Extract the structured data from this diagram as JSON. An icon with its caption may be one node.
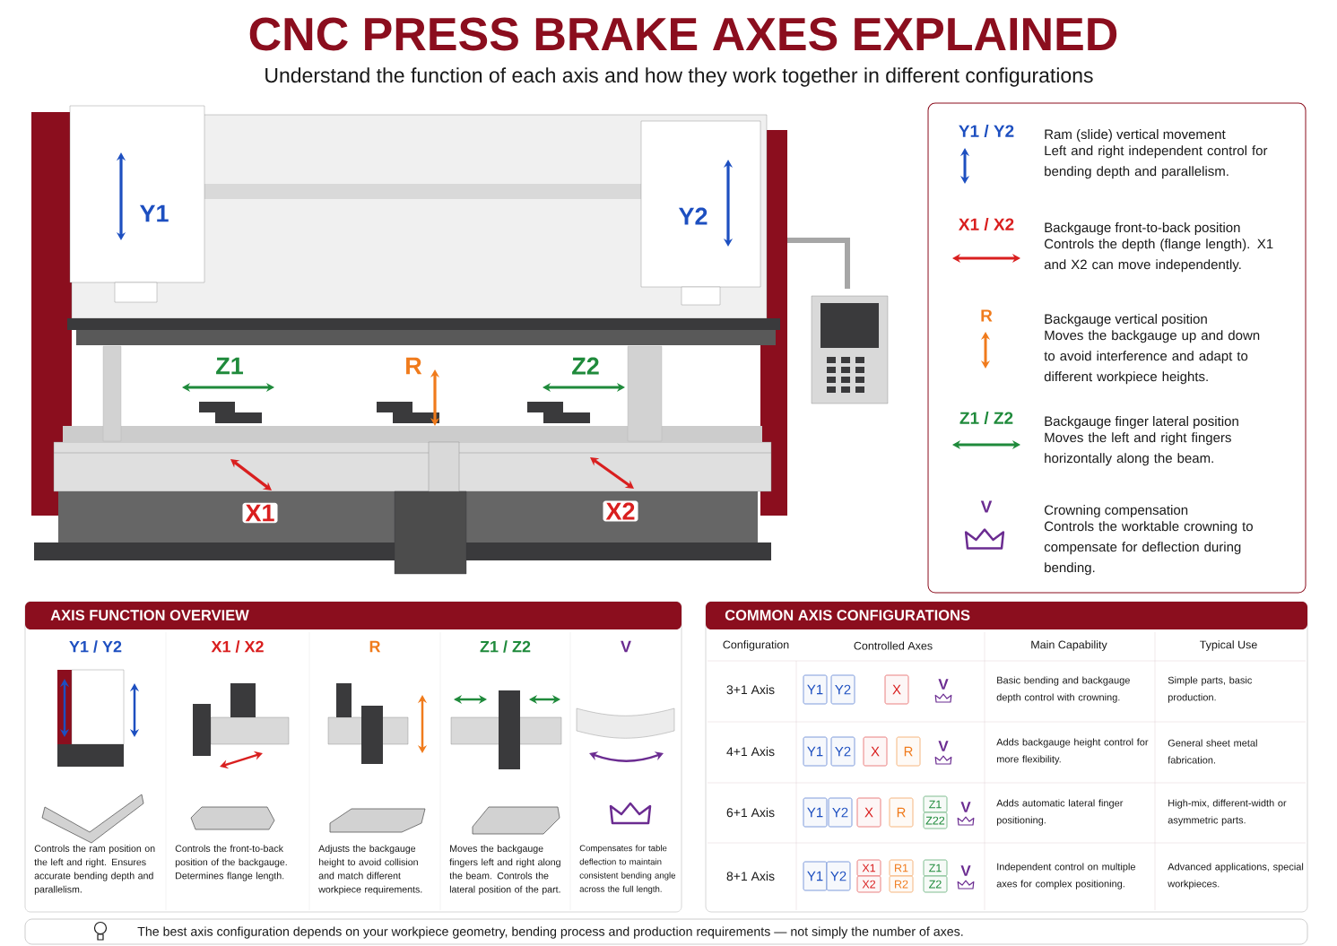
{
  "diagram": {
    "title": "CNC PRESS BRAKE AXES EXPLAINED",
    "labels": [
      "Understand the function of each axis and how they work together in different configurations",
      "Y1",
      "Y2",
      "Z1",
      "R",
      "Z2",
      "X1",
      "X2",
      "Y1 / Y2",
      "Ram (slide) vertical movement",
      "Left and right independent control for bending depth and parallelism.",
      "X1 / X2",
      "Backgauge front-to-back position",
      "Controls the depth (flange length). X1 and X2 can move independently.",
      "R",
      "Backgauge vertical position",
      "Moves the backgauge up and down to avoid interference and adapt to different workpiece heights.",
      "Z1 / Z2",
      "Backgauge finger lateral position",
      "Moves the left and right fingers horizontally along the beam.",
      "V",
      "Crowning compensation",
      "Controls the worktable crowning to compensate for deflection during bending.",
      "AXIS FUNCTION OVERVIEW",
      "Y1 / Y2",
      "X1 / X2",
      "R",
      "Z1 / Z2",
      "V",
      "Controls the ram position on the left and right. Ensures accurate bending depth and parallelism.",
      "Controls the front-to-back position of the backgauge. Determines flange length.",
      "Adjusts the backgauge height to avoid collision and match different workpiece requirements.",
      "Moves the backgauge fingers left and right along the beam. Controls the lateral position of the part.",
      "Compensates for table deflection to maintain consistent bending angle across the full length.",
      "COMMON AXIS CONFIGURATIONS",
      "Configuration",
      "Controlled Axes",
      "Main Capability",
      "Typical Use",
      "3+1 Axis",
      "Y1",
      "Y2",
      "X",
      "V",
      "Basic bending and backgauge depth control with crowning.",
      "Simple parts, basic production.",
      "4+1 Axis",
      "Y1",
      "Y2",
      "X",
      "R",
      "V",
      "Adds backgauge height control for more flexibility.",
      "General sheet metal fabrication.",
      "6+1 Axis",
      "Y1",
      "Y2",
      "X",
      "R",
      "Z1",
      "Z22",
      "V",
      "Adds automatic lateral finger positioning.",
      "High-mix, different-width or asymmetric parts.",
      "8+1 Axis",
      "Y1",
      "Y2",
      "X1",
      "X2",
      "R1",
      "R2",
      "Z1",
      "Z2",
      "V",
      "Independent control on multiple axes for complex positioning.",
      "Advanced applications, special workpieces.",
      "The best axis configuration depends on your workpiece geometry, bending process and production requirements — not simply the number of axes."
    ]
  }
}
